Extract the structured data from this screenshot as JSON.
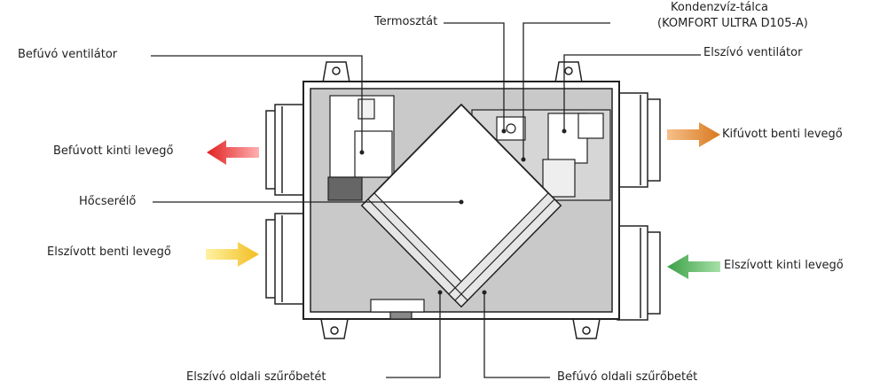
{
  "labels": {
    "befuvo_ventilator": "Befúvó ventilátor",
    "termosztat": "Termosztát",
    "kondenzviz_line1": "Kondenzvíz-tálca",
    "kondenzviz_line2": "(KOMFORT ULTRA D105-A)",
    "elszivo_ventilator": "Elszívó ventilátor",
    "befuvott_kinti": "Befúvott kinti levegő",
    "kifuvott_benti": "Kifúvott benti levegő",
    "hocserelo": "Hőcserélő",
    "elszivott_benti": "Elszívott benti levegő",
    "elszivott_kinti": "Elszívott kinti levegő",
    "elszivo_szuro": "Elszívó oldali szűrőbetét",
    "befuvo_szuro": "Befúvó oldali szűrőbetét"
  },
  "colors": {
    "arrow_befuvott_kinti": "#e02020",
    "arrow_kifuvott_benti": "#d9781e",
    "arrow_elszivott_benti": "#f2bd22",
    "arrow_elszivott_kinti": "#3aa046",
    "unit_fill": "#c9c9c9",
    "outline": "#222222"
  }
}
